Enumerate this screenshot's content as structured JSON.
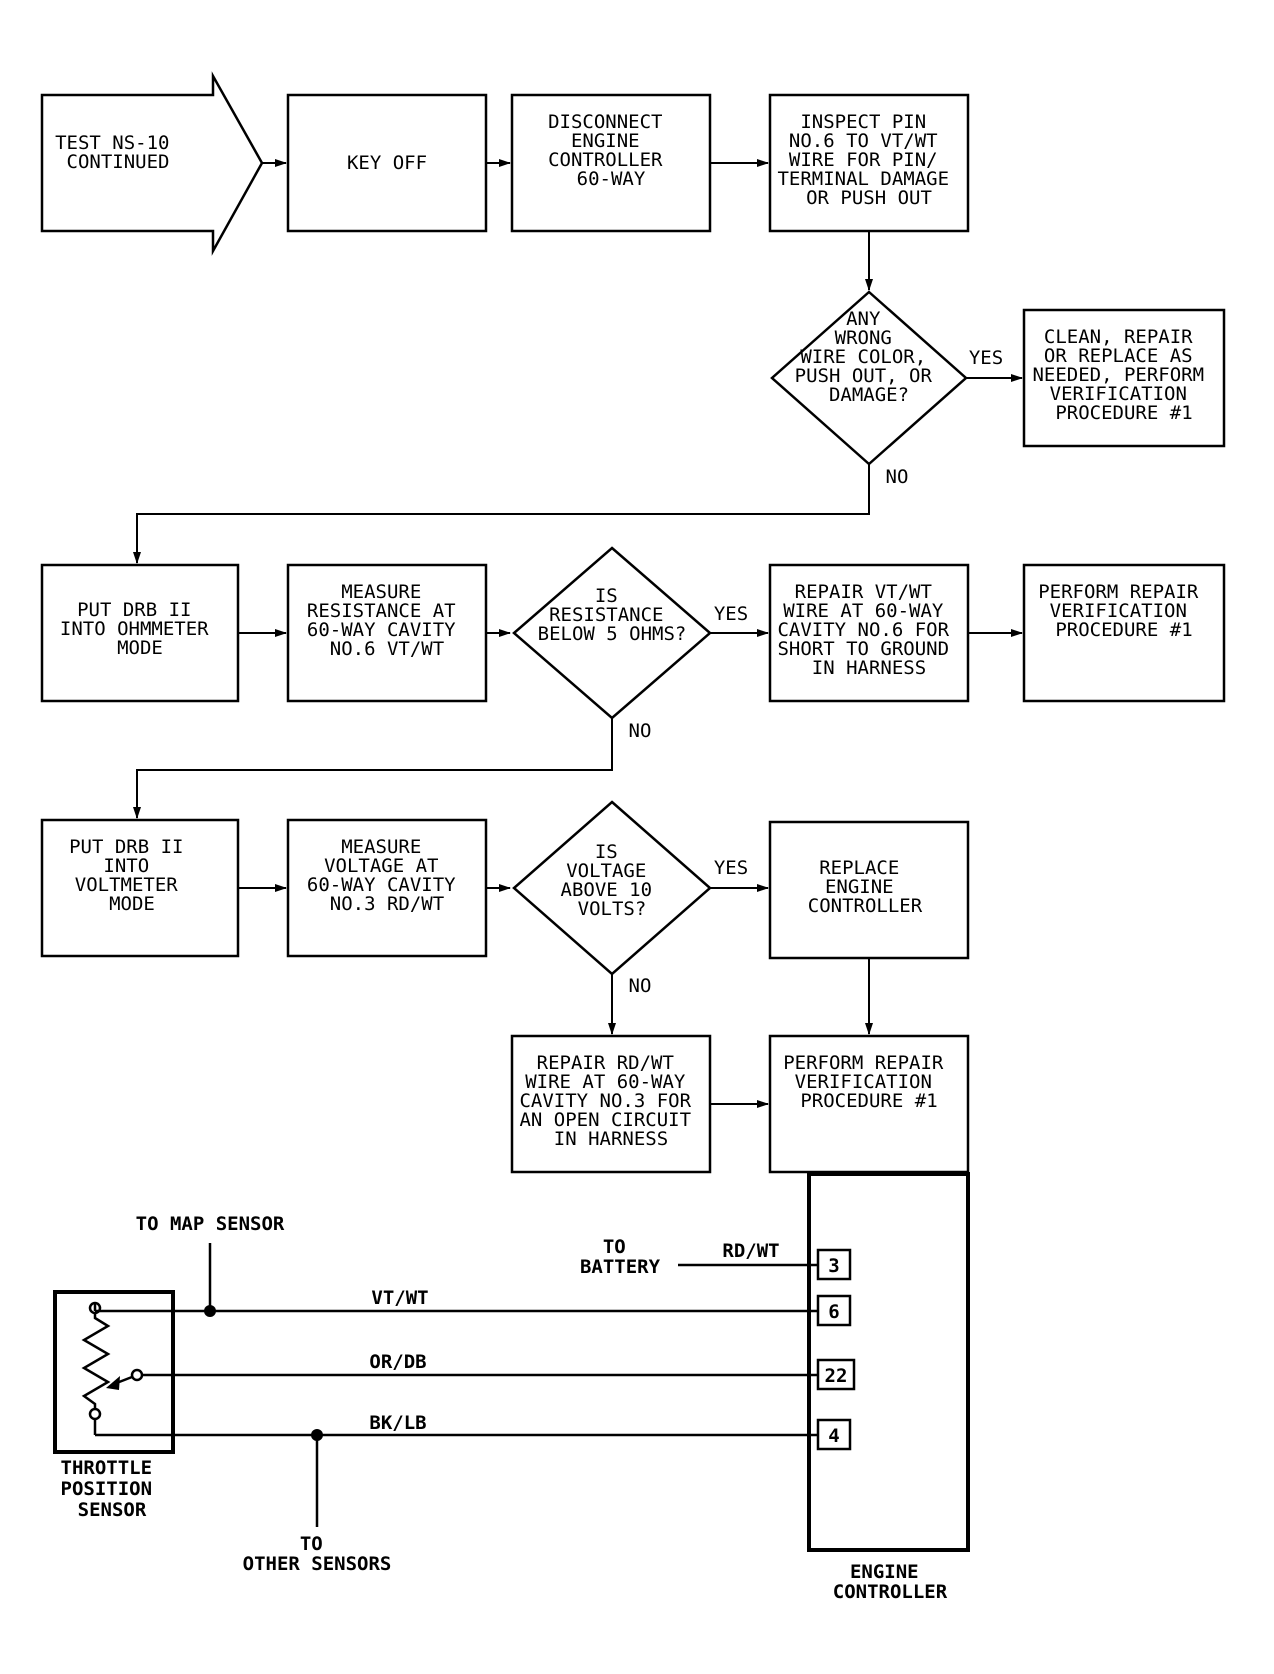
{
  "flowchart": {
    "start": [
      "TEST NS-10",
      "CONTINUED"
    ],
    "key_off": [
      "KEY OFF"
    ],
    "disconnect": [
      "DISCONNECT",
      "ENGINE",
      "CONTROLLER",
      "60-WAY"
    ],
    "inspect_pin": [
      "INSPECT PIN",
      "NO.6 TO VT/WT",
      "WIRE FOR PIN/",
      "TERMINAL DAMAGE",
      "OR PUSH OUT"
    ],
    "decision_wrong_wire": [
      "ANY",
      "WRONG",
      "WIRE COLOR,",
      "PUSH OUT, OR",
      "DAMAGE?"
    ],
    "clean_repair": [
      "CLEAN, REPAIR",
      "OR REPLACE AS",
      "NEEDED, PERFORM",
      "VERIFICATION",
      "PROCEDURE #1"
    ],
    "put_drb_ohm": [
      "PUT DRB II",
      "INTO OHMMETER",
      "MODE"
    ],
    "measure_resistance": [
      "MEASURE",
      "RESISTANCE AT",
      "60-WAY CAVITY",
      "NO.6 VT/WT"
    ],
    "decision_resistance": [
      "IS",
      "RESISTANCE",
      "BELOW 5 OHMS?"
    ],
    "repair_vtwt": [
      "REPAIR VT/WT",
      "WIRE AT 60-WAY",
      "CAVITY NO.6 FOR",
      "SHORT TO GROUND",
      "IN HARNESS"
    ],
    "perform_repair_1": [
      "PERFORM REPAIR",
      "VERIFICATION",
      "PROCEDURE #1"
    ],
    "put_drb_volt": [
      "PUT DRB II",
      "INTO",
      "VOLTMETER",
      "MODE"
    ],
    "measure_voltage": [
      "MEASURE",
      "VOLTAGE AT",
      "60-WAY CAVITY",
      "NO.3 RD/WT"
    ],
    "decision_voltage": [
      "IS",
      "VOLTAGE",
      "ABOVE 10",
      "VOLTS?"
    ],
    "replace_controller": [
      "REPLACE",
      "ENGINE",
      "CONTROLLER"
    ],
    "repair_rdwt": [
      "REPAIR RD/WT",
      "WIRE AT 60-WAY",
      "CAVITY NO.3 FOR",
      "AN OPEN CIRCUIT",
      "IN HARNESS"
    ],
    "perform_repair_2": [
      "PERFORM REPAIR",
      "VERIFICATION",
      "PROCEDURE #1"
    ],
    "yes_label": "YES",
    "no_label": "NO"
  },
  "wiring": {
    "to_map_sensor": "TO MAP SENSOR",
    "to_battery": [
      "TO",
      "BATTERY"
    ],
    "wires": [
      {
        "color": "RD/WT",
        "pin": "3"
      },
      {
        "color": "VT/WT",
        "pin": "6"
      },
      {
        "color": "OR/DB",
        "pin": "22"
      },
      {
        "color": "BK/LB",
        "pin": "4"
      }
    ],
    "throttle_sensor": [
      "THROTTLE",
      "POSITION",
      "SENSOR"
    ],
    "to_other_sensors": [
      "TO",
      "OTHER SENSORS"
    ],
    "engine_controller": [
      "ENGINE",
      "CONTROLLER"
    ]
  }
}
